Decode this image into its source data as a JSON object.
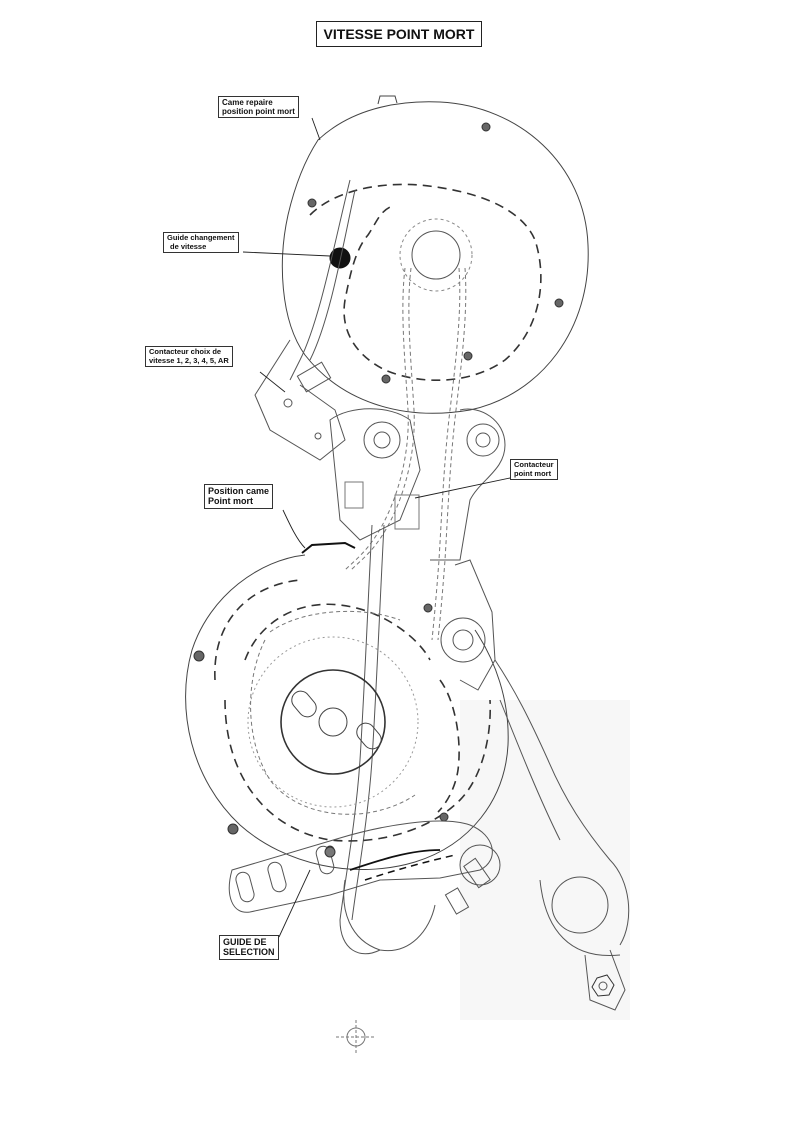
{
  "title": "VITESSE POINT MORT",
  "labels": {
    "came_repaire": [
      "Came repaire",
      "position point mort"
    ],
    "guide_changement": [
      "Guide changement",
      "de vitesse"
    ],
    "contacteur_choix": [
      "Contacteur choix de",
      "vitesse 1, 2, 3, 4, 5, AR"
    ],
    "contacteur_point_mort": [
      "Contacteur",
      "point mort"
    ],
    "position_came": [
      "Position came",
      "Point mort"
    ],
    "guide_selection": [
      "GUIDE DE",
      "SELECTION"
    ]
  }
}
